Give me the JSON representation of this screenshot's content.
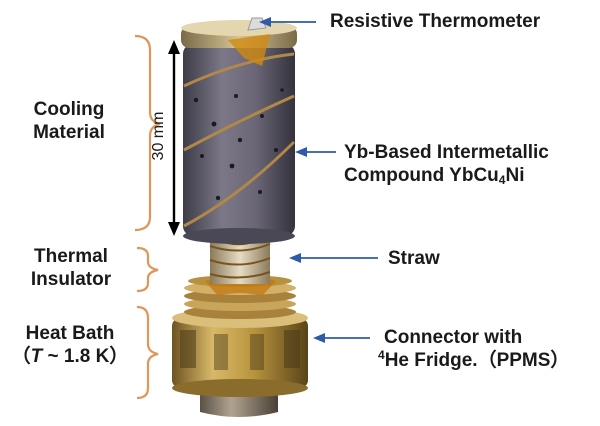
{
  "labels": {
    "resistive_thermometer": "Resistive Thermometer",
    "cooling_material_1": "Cooling",
    "cooling_material_2": "Material",
    "dimension": "30 mm",
    "compound_line1": "Yb-Based Intermetallic",
    "compound_line2_prefix": "Compound YbCu",
    "compound_subscript": "4",
    "compound_line2_suffix": "Ni",
    "thermal_insulator_1": "Thermal",
    "thermal_insulator_2": "Insulator",
    "straw": "Straw",
    "heat_bath": "Heat Bath",
    "heat_bath_open": "（",
    "heat_bath_T": "T",
    "heat_bath_temp": " ~ 1.8 K）",
    "connector_line1": "Connector with",
    "connector_superscript": "4",
    "connector_line2_suffix": "He Fridge.（PPMS）"
  },
  "colors": {
    "arrow": "#2f5aa8",
    "bracket": "#e0965a",
    "text": "#1a1a1a",
    "cylinder": "#5d5a6a",
    "brass": "#b8943e",
    "tape": "#d08a10"
  }
}
